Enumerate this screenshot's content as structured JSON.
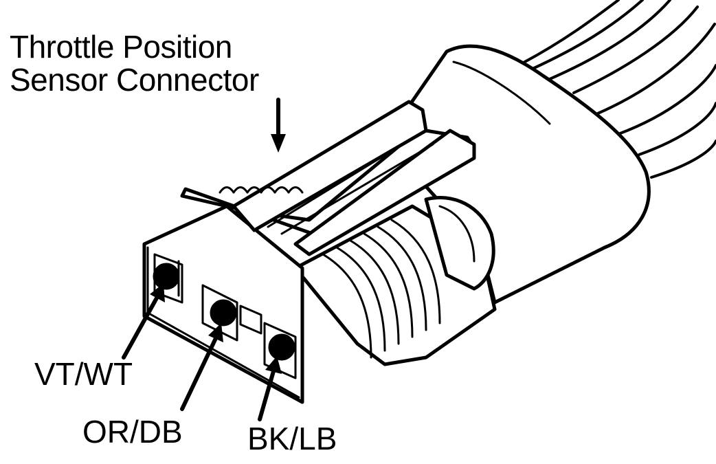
{
  "title": {
    "line1": "Throttle Position",
    "line2": "Sensor Connector"
  },
  "terminals": [
    {
      "label": "VT/WT"
    },
    {
      "label": "OR/DB"
    },
    {
      "label": "BK/LB"
    }
  ],
  "colors": {
    "ink": "#000000",
    "background": "#ffffff"
  }
}
